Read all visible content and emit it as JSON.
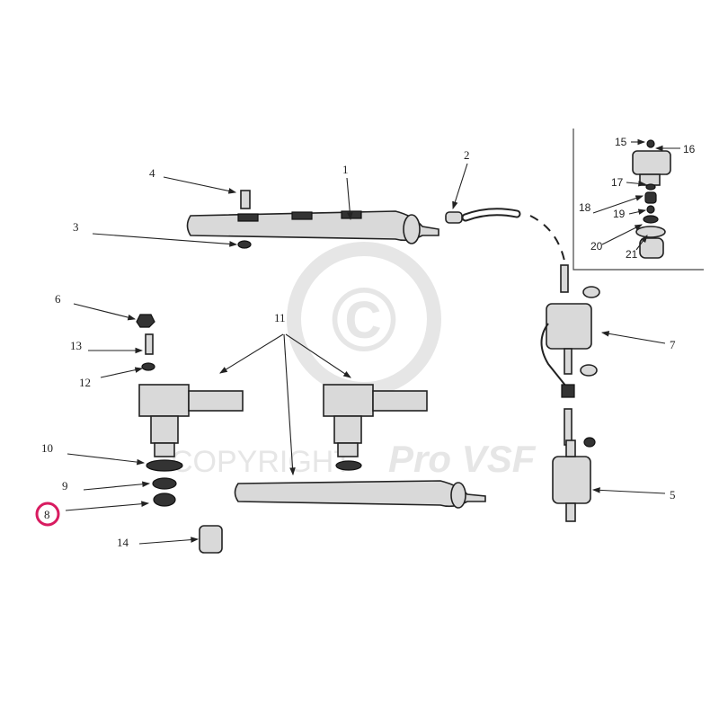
{
  "watermark": {
    "symbol": "©",
    "text_left": "COPYRIGHT",
    "text_right": "Pro VSF"
  },
  "highlight_color": "#d81b60",
  "highlighted_label": "8",
  "labels": {
    "l1": "1",
    "l2": "2",
    "l3": "3",
    "l4": "4",
    "l5": "5",
    "l6": "6",
    "l7": "7",
    "l8": "8",
    "l9": "9",
    "l10": "10",
    "l11": "11",
    "l12": "12",
    "l13": "13",
    "l14": "14",
    "l15": "15",
    "l16": "16",
    "l17": "17",
    "l18": "18",
    "l19": "19",
    "l20": "20",
    "l21": "21"
  }
}
